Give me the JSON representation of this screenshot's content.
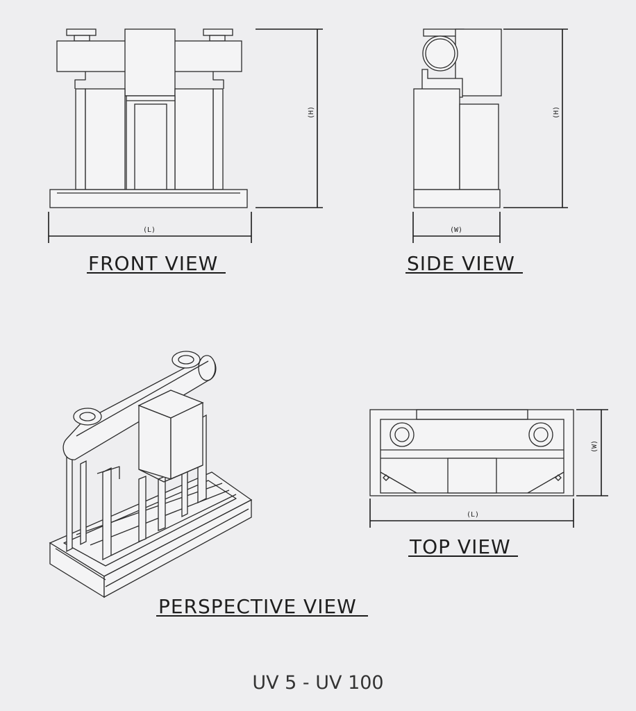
{
  "views": {
    "front": {
      "label": "FRONT VIEW",
      "dim_width": "(L)",
      "dim_height": "(H)"
    },
    "side": {
      "label": "SIDE VIEW",
      "dim_width": "(W)",
      "dim_height": "(H)"
    },
    "perspective": {
      "label": "PERSPECTIVE VIEW"
    },
    "top": {
      "label": "TOP VIEW",
      "dim_width": "(L)",
      "dim_height": "(W)"
    }
  },
  "caption": "UV 5 - UV 100",
  "colors": {
    "background": "#eeeef0",
    "line": "#2a2a2a",
    "caption": "#333333"
  }
}
